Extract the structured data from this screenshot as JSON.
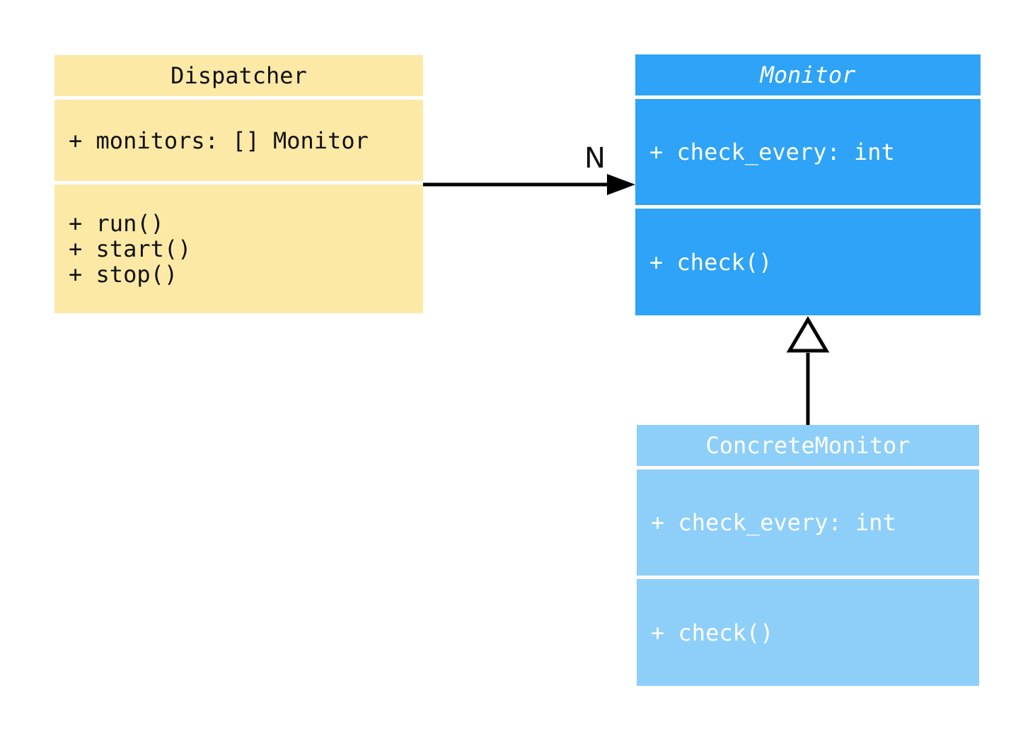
{
  "diagram": {
    "type": "uml-class-diagram",
    "classes": [
      {
        "id": "dispatcher",
        "name": "Dispatcher",
        "abstract": false,
        "attributes": [
          "+ monitors: [] Monitor"
        ],
        "methods": [
          "+ run()",
          "+ start()",
          "+ stop()"
        ],
        "fill": "#FCE9A6",
        "text_color": "#111111"
      },
      {
        "id": "monitor",
        "name": "Monitor",
        "abstract": true,
        "attributes": [
          "+ check_every: int"
        ],
        "methods": [
          "+ check()"
        ],
        "fill": "#2EA3F7",
        "text_color": "#FFFFFF"
      },
      {
        "id": "concrete-monitor",
        "name": "ConcreteMonitor",
        "abstract": false,
        "attributes": [
          "+ check_every: int"
        ],
        "methods": [
          "+ check()"
        ],
        "fill": "#8DCFF9",
        "text_color": "#FFFFFF"
      }
    ],
    "relations": [
      {
        "type": "association",
        "from": "Dispatcher",
        "to": "Monitor",
        "label": "N",
        "line_color": "#000000"
      },
      {
        "type": "inheritance",
        "from": "ConcreteMonitor",
        "to": "Monitor",
        "label": "",
        "line_color": "#000000"
      }
    ],
    "palette": {
      "background": "#FFFFFF",
      "yellow_class": "#FCE9A6",
      "blue_class": "#2EA3F7",
      "light_blue_class": "#8DCFF9",
      "edge": "#000000"
    }
  }
}
